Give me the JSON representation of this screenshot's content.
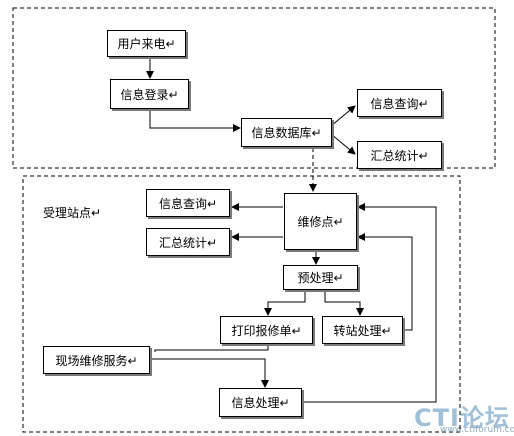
{
  "diagram": {
    "nodes": {
      "caller": "用户来电↵",
      "login": "信息登录↵",
      "db": "信息数据库↵",
      "top_query": "信息查询↵",
      "top_stats": "汇总统计↵",
      "site_query": "信息查询↵",
      "site_stats": "汇总统计↵",
      "repair": "维修点↵",
      "preprocess": "预处理↵",
      "print": "打印报修单↵",
      "transfer": "转站处理↵",
      "onsite": "现场维修服务↵",
      "info_proc": "信息处理↵"
    },
    "region_label": "受理站点↵",
    "edges": [
      [
        "caller",
        "login"
      ],
      [
        "login",
        "db"
      ],
      [
        "db",
        "top_query"
      ],
      [
        "db",
        "top_stats"
      ],
      [
        "db",
        "repair"
      ],
      [
        "repair",
        "site_query"
      ],
      [
        "repair",
        "site_stats"
      ],
      [
        "repair",
        "preprocess"
      ],
      [
        "preprocess",
        "print"
      ],
      [
        "preprocess",
        "transfer"
      ],
      [
        "print",
        "onsite"
      ],
      [
        "onsite",
        "info_proc"
      ],
      [
        "transfer",
        "repair"
      ],
      [
        "info_proc",
        "repair"
      ]
    ]
  },
  "watermark": {
    "logo": "CTI论坛",
    "url": "www.ctiforum.com"
  }
}
